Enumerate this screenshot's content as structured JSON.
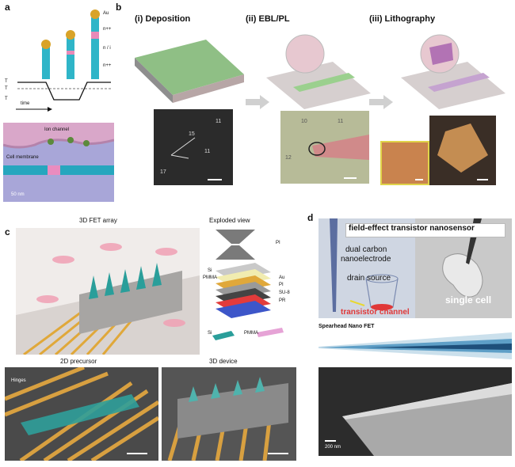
{
  "panel_a": {
    "label": "a",
    "layers": [
      "Au",
      "n++",
      "n / i",
      "n++"
    ],
    "temps": [
      "T",
      "T",
      "T"
    ],
    "time_label": "time",
    "ion_channel": "Ion channel",
    "cell_membrane": "Cell membrane",
    "scale": "50 nm"
  },
  "panel_b": {
    "label": "b",
    "steps": [
      "(i)  Deposition",
      "(ii)  EBL/PL",
      "(iii)  Lithography"
    ],
    "marks": [
      "15",
      "11",
      "11",
      "17",
      "10",
      "11",
      "12"
    ]
  },
  "panel_c": {
    "label": "c",
    "title_array": "3D FET array",
    "title_exploded": "Exploded view",
    "layers": [
      "PI",
      "Au",
      "PI",
      "SU-8",
      "PR"
    ],
    "si": "Si",
    "pmma": "PMMA",
    "si_legend": "Si",
    "pmma_legend": "PMMA",
    "precursor": "2D  precursor",
    "device": "3D device",
    "hinges": "Hinges"
  },
  "panel_d": {
    "label": "d",
    "title": "field-effect transistor nanosensor",
    "dual_carbon": "dual carbon",
    "nanoelectrode": "nanoelectrode",
    "drain_source": "drain  source",
    "transistor_channel": "transistor channel",
    "single_cell": "single cell",
    "spearhead": "Spearhead Nano FET",
    "scale": "200 nm"
  }
}
